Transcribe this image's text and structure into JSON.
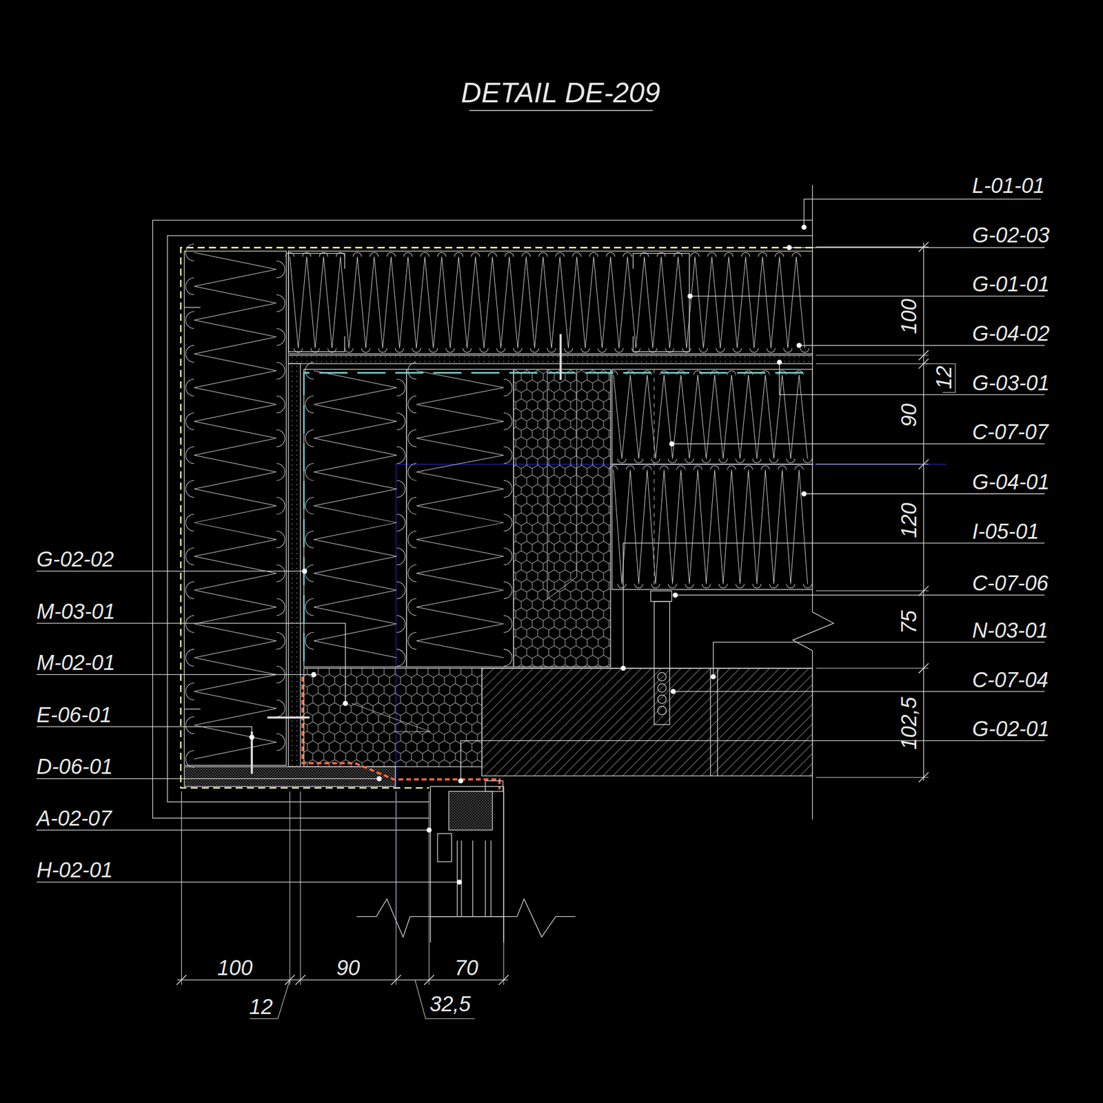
{
  "diagram": {
    "title": "DETAIL DE-209",
    "labels": [
      "L-01-01",
      "G-02-03",
      "G-01-01",
      "G-04-02",
      "G-03-01",
      "C-07-07",
      "G-04-01",
      "I-05-01",
      "C-07-06",
      "N-03-01",
      "C-07-04",
      "G-02-01",
      "G-02-02",
      "M-03-01",
      "M-02-01",
      "E-06-01",
      "D-06-01",
      "A-02-07",
      "H-02-01",
      "100",
      "12",
      "90",
      "120",
      "75",
      "102,5",
      "100",
      "12",
      "90",
      "70",
      "32,5"
    ]
  }
}
